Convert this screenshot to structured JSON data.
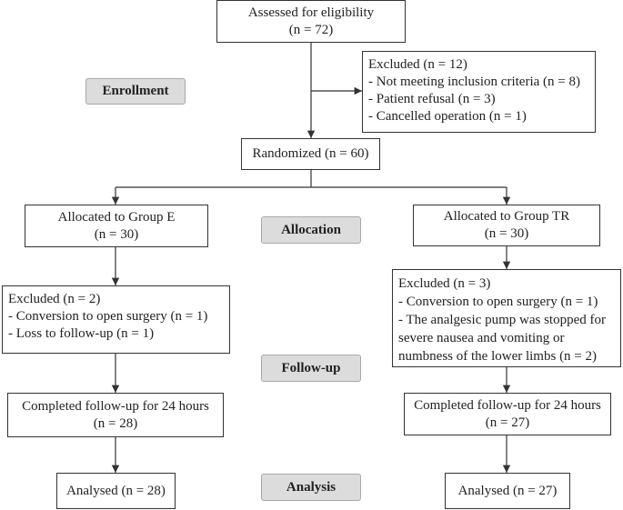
{
  "assessed": {
    "title": "Assessed for eligibility",
    "n": "(n = 72)"
  },
  "excluded_enrollment": {
    "title": "Excluded (n = 12)",
    "items": [
      "- Not meeting inclusion criteria (n = 8)",
      "- Patient refusal (n = 3)",
      "- Cancelled operation (n = 1)"
    ]
  },
  "randomized": {
    "title": "Randomized (n = 60)"
  },
  "stages": {
    "enrollment": "Enrollment",
    "allocation": "Allocation",
    "followup": "Follow-up",
    "analysis": "Analysis"
  },
  "group_e": {
    "allocated": {
      "title": "Allocated to Group E",
      "n": "(n = 30)"
    },
    "excluded": {
      "title": "Excluded (n = 2)",
      "items": [
        "- Conversion to open surgery (n = 1)",
        "- Loss to follow-up (n = 1)"
      ]
    },
    "completed": {
      "title": "Completed follow-up for 24 hours",
      "n": "(n = 28)"
    },
    "analysed": {
      "title": "Analysed (n = 28)"
    }
  },
  "group_tr": {
    "allocated": {
      "title": "Allocated to Group TR",
      "n": "(n = 30)"
    },
    "excluded": {
      "title": "Excluded (n = 3)",
      "items": [
        "- Conversion to open surgery (n = 1)",
        "- The analgesic pump was stopped for",
        "severe nausea and vomiting or",
        "numbness of the lower limbs (n = 2)"
      ]
    },
    "completed": {
      "title": "Completed follow-up for 24 hours",
      "n": "(n = 27)"
    },
    "analysed": {
      "title": "Analysed (n = 27)"
    }
  },
  "colors": {
    "line": "#333333",
    "stage_fill": "#dcdcdc",
    "stage_border": "#a8a8a8"
  }
}
